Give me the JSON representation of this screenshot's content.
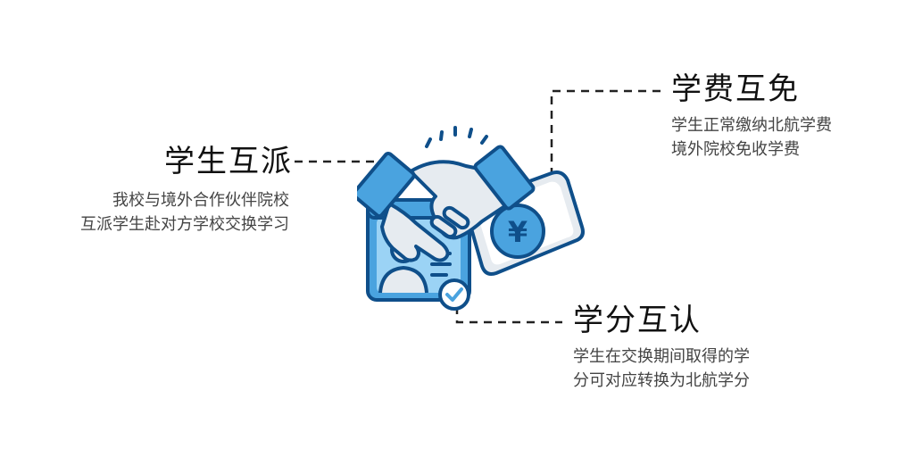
{
  "colors": {
    "outline": "#0f4f8a",
    "blue": "#4aa3df",
    "light_blue": "#9bd3f5",
    "pale": "#e6ebf0",
    "dash": "#222222"
  },
  "blocks": {
    "exchange": {
      "title": "学生互派",
      "lines": [
        "我校与境外合作伙伴院校",
        "互派学生赴对方学校交换学习"
      ]
    },
    "tuition": {
      "title": "学费互免",
      "lines": [
        "学生正常缴纳北航学费",
        "境外院校免收学费"
      ]
    },
    "credits": {
      "title": "学分互认",
      "lines": [
        "学生在交换期间取得的学",
        "分可对应转换为北航学分"
      ]
    }
  },
  "illustration": {
    "coin_symbol": "¥",
    "icons": [
      "handshake-icon",
      "id-card-icon",
      "coin-icon",
      "check-badge-icon"
    ]
  }
}
